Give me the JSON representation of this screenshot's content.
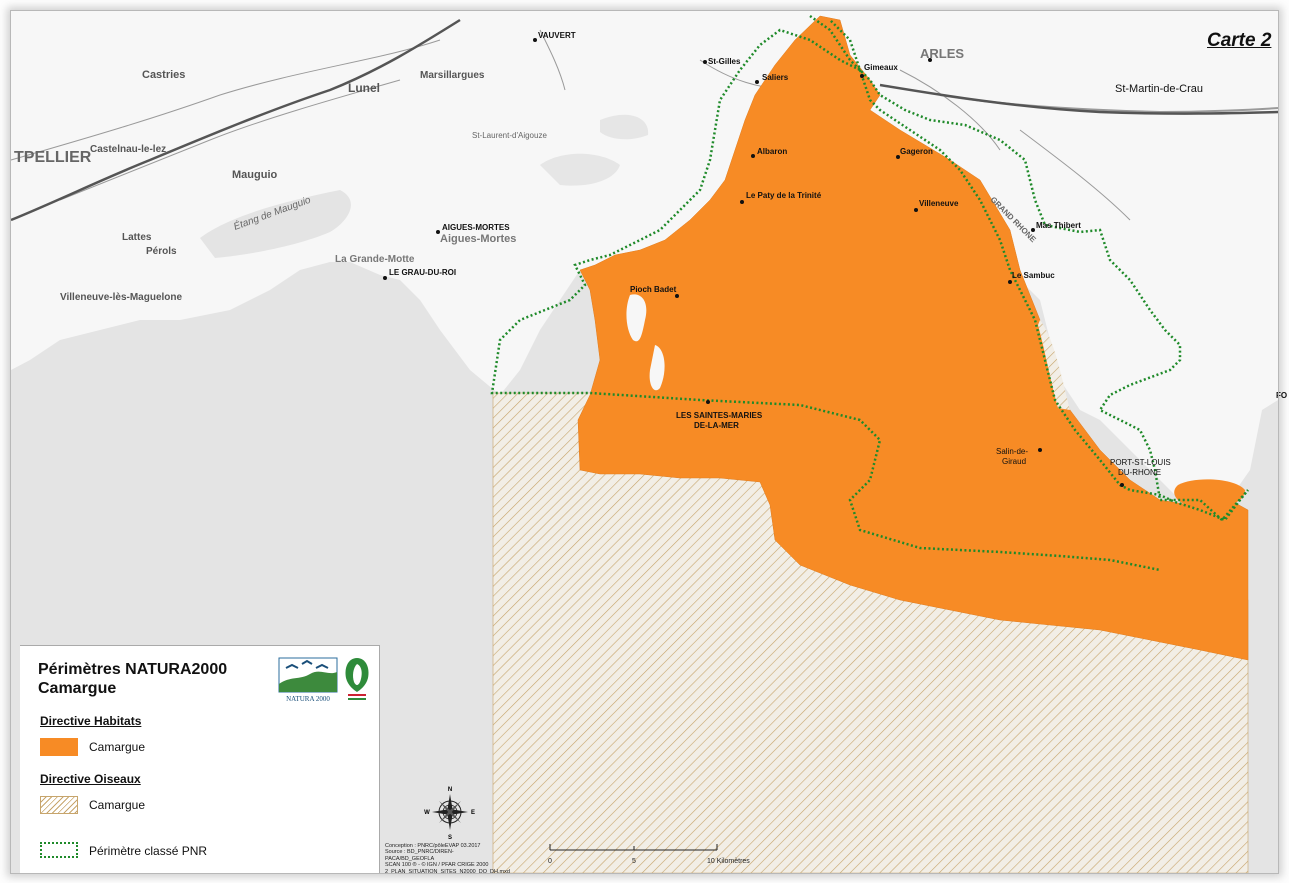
{
  "map": {
    "title": "Carte 2",
    "colors": {
      "habitats_fill": "#f78b25",
      "oiseaux_hatch": "#c7a56c",
      "pnr_border": "#1f8a2a",
      "sea": "#e4e4e4",
      "land": "#f7f7f7"
    },
    "places": [
      {
        "name": "VAUVERT"
      },
      {
        "name": "St-Gilles"
      },
      {
        "name": "Saliers"
      },
      {
        "name": "Gimeaux"
      },
      {
        "name": "ARLES"
      },
      {
        "name": "St-Martin-de-Crau"
      },
      {
        "name": "Albaron"
      },
      {
        "name": "Gageron"
      },
      {
        "name": "Le Paty de la Trinité"
      },
      {
        "name": "Villeneuve"
      },
      {
        "name": "Mas Thibert"
      },
      {
        "name": "AIGUES-MORTES"
      },
      {
        "name": "Aigues-Mortes"
      },
      {
        "name": "LE GRAU-DU-ROI"
      },
      {
        "name": "La Grande-Motte"
      },
      {
        "name": "Pioch Badet"
      },
      {
        "name": "Le Sambuc"
      },
      {
        "name": "LES SAINTES-MARIES"
      },
      {
        "name": "DE-LA-MER"
      },
      {
        "name": "Salin-de-"
      },
      {
        "name": "Giraud"
      },
      {
        "name": "PORT-ST-LOUIS"
      },
      {
        "name": "DU-RHONE"
      },
      {
        "name": "Lunel"
      },
      {
        "name": "Castries"
      },
      {
        "name": "Mauguio"
      },
      {
        "name": "Marsillargues"
      },
      {
        "name": "Lattes"
      },
      {
        "name": "Pérols"
      },
      {
        "name": "Villeneuve-lès-Maguelone"
      },
      {
        "name": "Castelnau-le-lez"
      },
      {
        "name": "St-Laurent-d'Aigouze"
      },
      {
        "name": "GRAND RHONE"
      },
      {
        "name": "Étang de Mauguio"
      },
      {
        "name": "TPELLIER"
      },
      {
        "name": "FO"
      }
    ]
  },
  "legend": {
    "title_line1": "Périmètres NATURA2000",
    "title_line2": "Camargue",
    "section_habitats": "Directive Habitats",
    "habitats_item": "Camargue",
    "section_oiseaux": "Directive Oiseaux",
    "oiseaux_item": "Camargue",
    "pnr_item": "Périmètre classé PNR",
    "logo_text": "NATURA 2000"
  },
  "credits": [
    "Conception : PNRC/pôleEVAP 03.2017",
    "Source : BD_PNRC/DIREN-PACA/BD_GEOFLA",
    "SCAN 100 ® - © IGN / PFAR CRIGE 2000",
    "2_PLAN_SITUATION_SITES_N2000_DO_DH.mxd"
  ],
  "scale": {
    "tick0": "0",
    "tick1": "5",
    "tick2": "10 Kilomètres"
  },
  "compass": {
    "n": "N",
    "s": "S",
    "e": "E",
    "w": "W"
  }
}
